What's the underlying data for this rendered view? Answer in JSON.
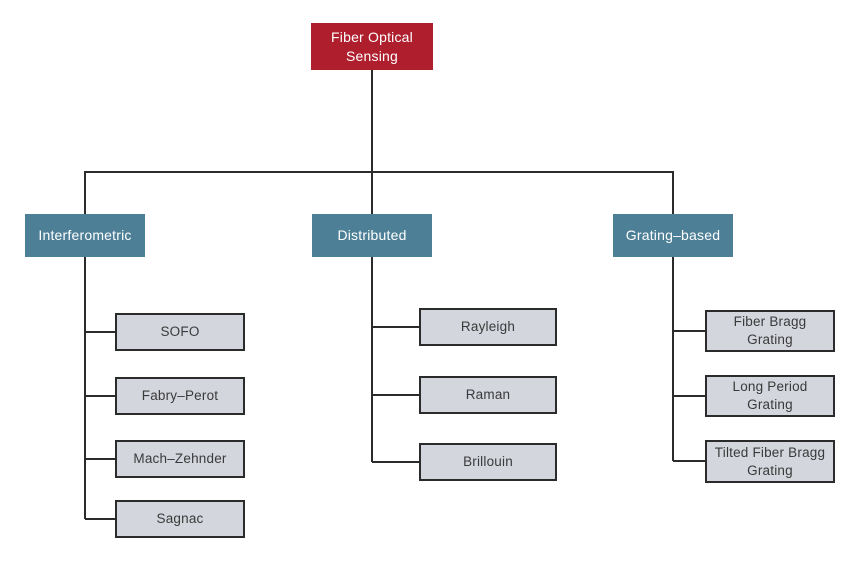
{
  "diagram": {
    "type": "tree",
    "root": {
      "label": "Fiber Optical\nSensing"
    },
    "branches": [
      {
        "label": "Interferometric",
        "children": [
          "SOFO",
          "Fabry–Perot",
          "Mach–Zehnder",
          "Sagnac"
        ]
      },
      {
        "label": "Distributed",
        "children": [
          "Rayleigh",
          "Raman",
          "Brillouin"
        ]
      },
      {
        "label": "Grating–based",
        "children": [
          "Fiber Bragg\nGrating",
          "Long Period\nGrating",
          "Tilted Fiber Bragg\nGrating"
        ]
      }
    ],
    "colors": {
      "root_fill": "#AF1E2D",
      "branch_fill": "#4D7F96",
      "leaf_fill": "#D3D6DD",
      "leaf_border": "#2B2B2B",
      "line": "#2B2B2B",
      "background": "#FFFFFF",
      "root_text": "#FFFFFF",
      "branch_text": "#FFFFFF",
      "leaf_text": "#3A3A3A"
    }
  }
}
